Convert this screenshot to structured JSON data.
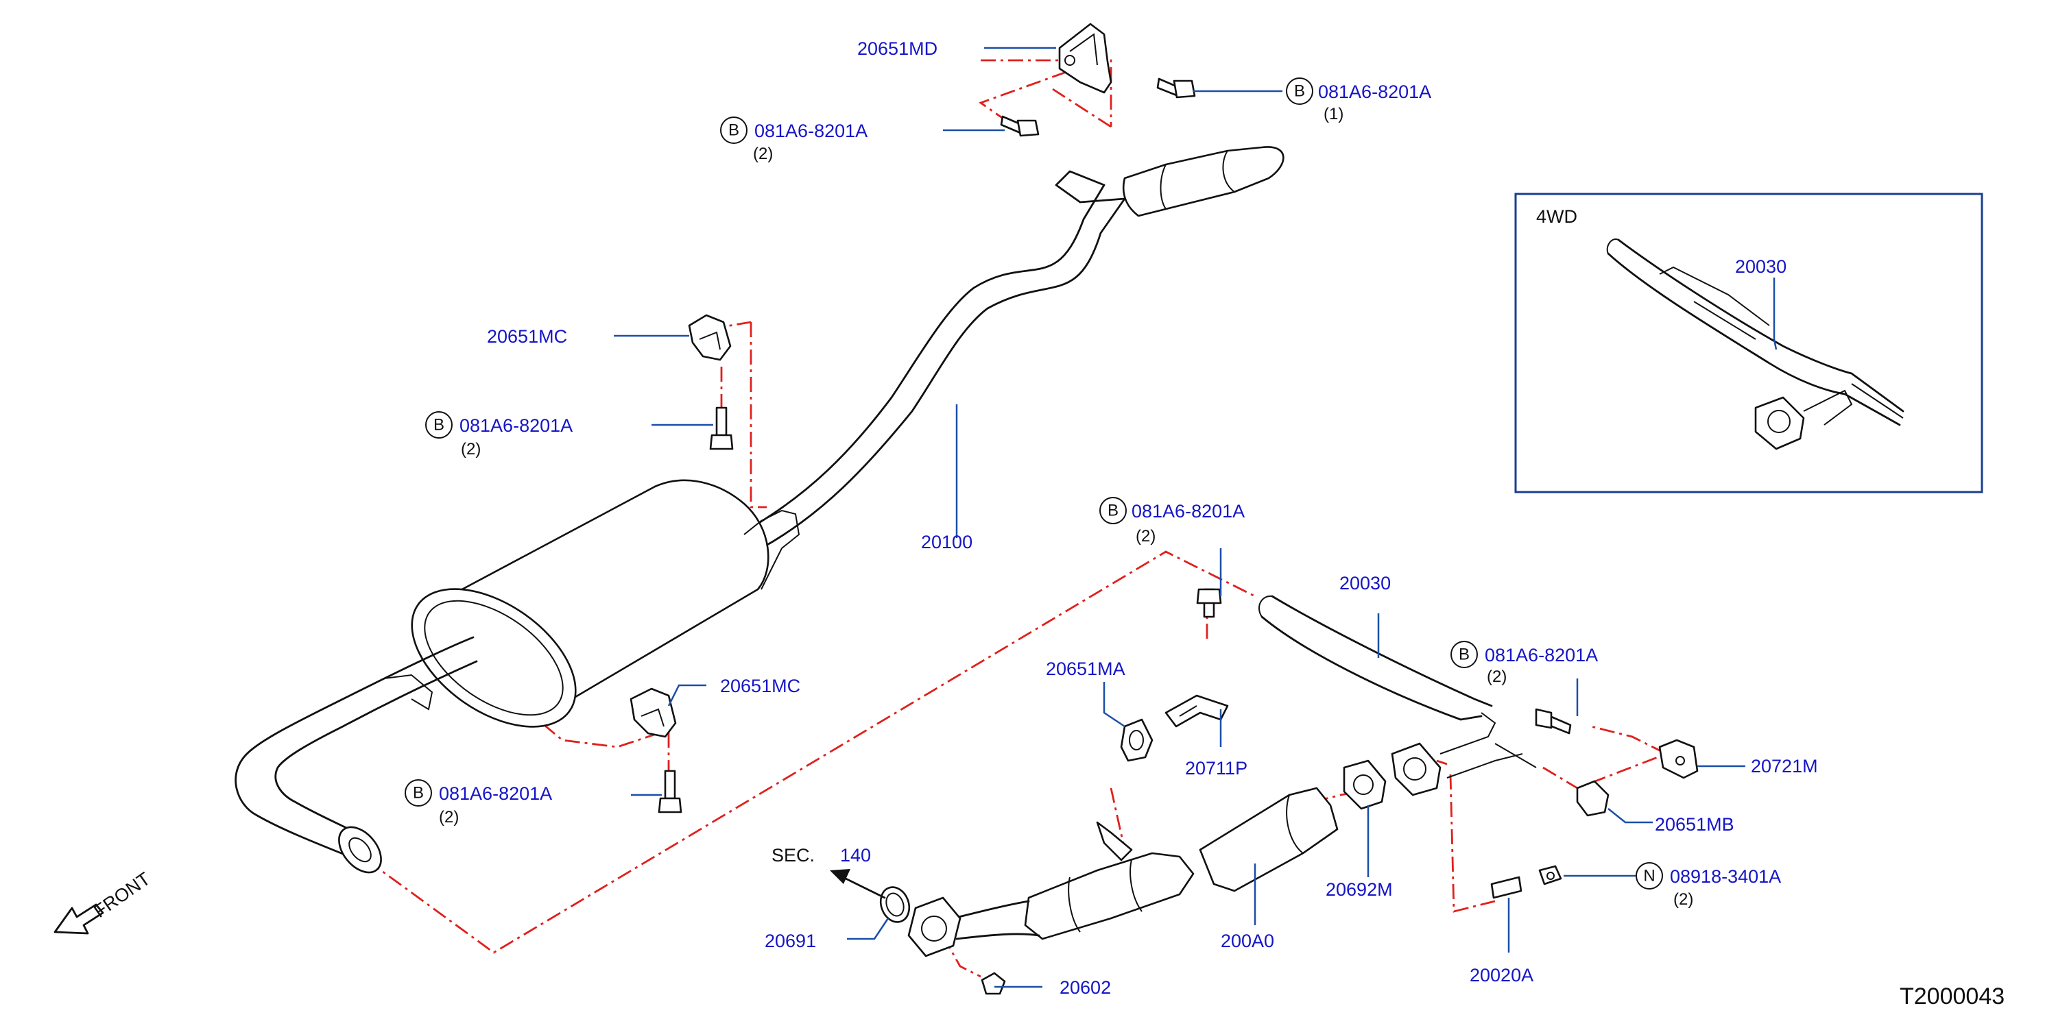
{
  "diagram_code": "T2000043",
  "front_label": "FRONT",
  "section_ref": {
    "prefix": "SEC.",
    "number": "140"
  },
  "inset": {
    "title": "4WD",
    "part": "20030"
  },
  "parts": {
    "p20651MD": "20651MD",
    "p20651MC_upper": "20651MC",
    "p20651MC_lower": "20651MC",
    "p20651MA": "20651MA",
    "p20651MB": "20651MB",
    "p20711P": "20711P",
    "p20721M": "20721M",
    "p20100": "20100",
    "p20030": "20030",
    "p20692M": "20692M",
    "p200A0": "200A0",
    "p20020A": "20020A",
    "p20691": "20691",
    "p20602": "20602"
  },
  "fasteners": [
    {
      "symbol": "B",
      "part": "081A6-8201A",
      "qty": "(1)"
    },
    {
      "symbol": "B",
      "part": "081A6-8201A",
      "qty": "(2)"
    },
    {
      "symbol": "B",
      "part": "081A6-8201A",
      "qty": "(2)"
    },
    {
      "symbol": "B",
      "part": "081A6-8201A",
      "qty": "(2)"
    },
    {
      "symbol": "B",
      "part": "081A6-8201A",
      "qty": "(2)"
    },
    {
      "symbol": "B",
      "part": "081A6-8201A",
      "qty": "(2)"
    },
    {
      "symbol": "N",
      "part": "08918-3401A",
      "qty": "(2)"
    }
  ],
  "colors": {
    "label": "#1515c8",
    "leader": "#1a4fa8",
    "dashed_link": "#e0201c",
    "line_art": "#111111"
  }
}
